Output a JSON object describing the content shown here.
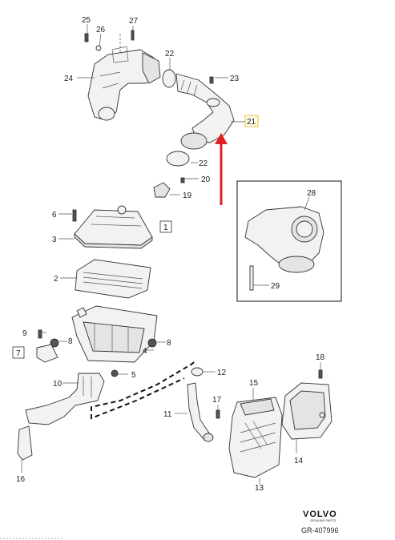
{
  "callouts": {
    "c1": "1",
    "c2": "2",
    "c3": "3",
    "c4": "4",
    "c5": "5",
    "c6": "6",
    "c7": "7",
    "c8a": "8",
    "c8b": "8",
    "c9": "9",
    "c10": "10",
    "c11": "11",
    "c12": "12",
    "c13": "13",
    "c14": "14",
    "c15": "15",
    "c16": "16",
    "c17": "17",
    "c18": "18",
    "c19": "19",
    "c20": "20",
    "c21": "21",
    "c22a": "22",
    "c22b": "22",
    "c23": "23",
    "c24": "24",
    "c25": "25",
    "c26": "26",
    "c27": "27",
    "c28": "28",
    "c29": "29"
  },
  "brand": {
    "name": "VOLVO",
    "subtitle": "GENUINE PARTS"
  },
  "reference": "GR-407996",
  "colors": {
    "arrow": "#e02020",
    "highlight_border": "#e0b000"
  }
}
